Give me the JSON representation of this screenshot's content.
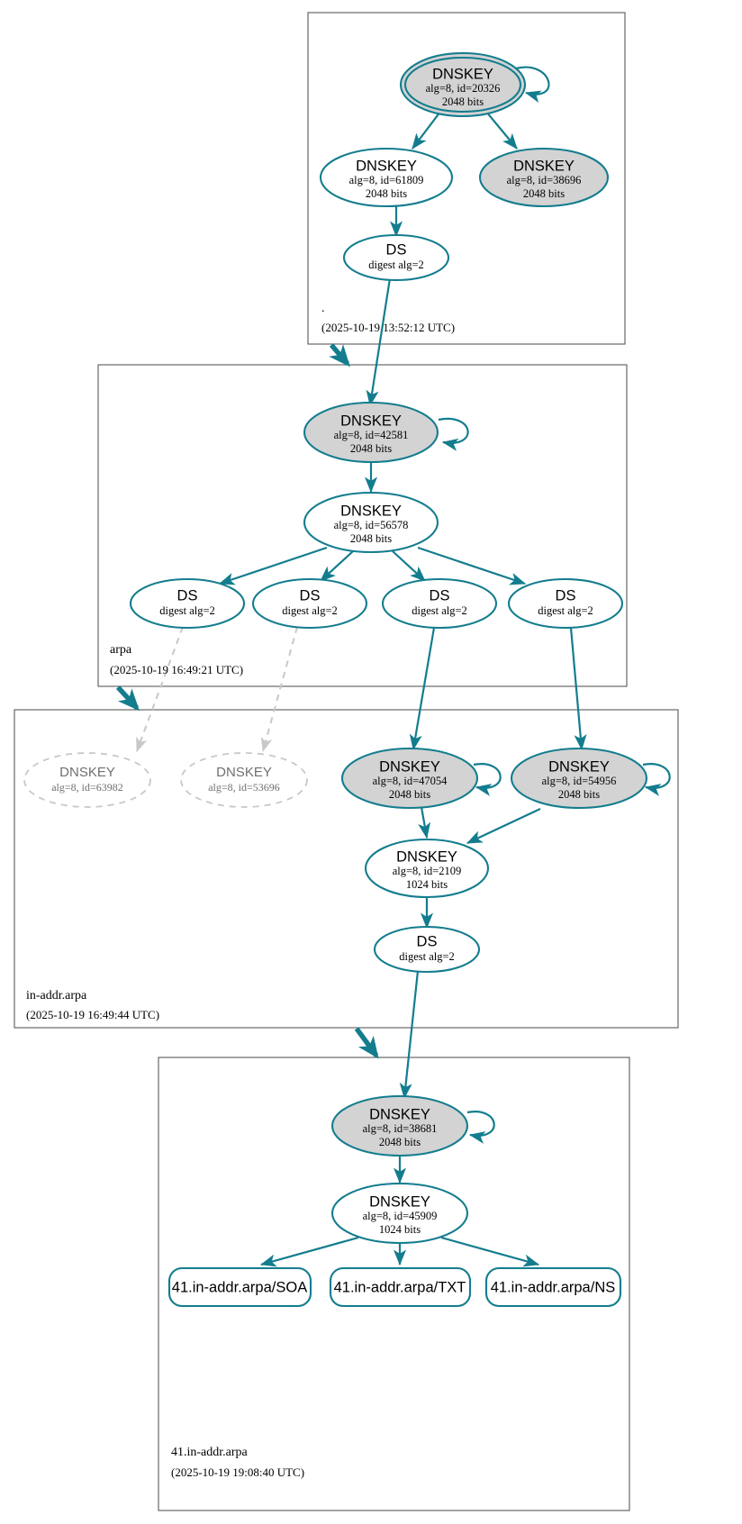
{
  "diagram": {
    "type": "dnssec-trust-chain",
    "colors": {
      "accent": "#137d8e",
      "node_fill_secure": "#d3d3d3",
      "node_fill_open": "#ffffff",
      "ghost_stroke": "#c8c8c8",
      "zone_border": "#5a5a5a"
    }
  },
  "zones": [
    {
      "id": "root",
      "name": ".",
      "timestamp": "(2025-10-19 13:52:12 UTC)"
    },
    {
      "id": "arpa",
      "name": "arpa",
      "timestamp": "(2025-10-19 16:49:21 UTC)"
    },
    {
      "id": "in-addr-arpa",
      "name": "in-addr.arpa",
      "timestamp": "(2025-10-19 16:49:44 UTC)"
    },
    {
      "id": "41-in-addr-arpa",
      "name": "41.in-addr.arpa",
      "timestamp": "(2025-10-19 19:08:40 UTC)"
    }
  ],
  "nodes": {
    "root_ksk": {
      "type": "DNSKEY",
      "label": "DNSKEY",
      "alg_id": "alg=8, id=20326",
      "bits": "2048 bits"
    },
    "root_zsk": {
      "type": "DNSKEY",
      "label": "DNSKEY",
      "alg_id": "alg=8, id=61809",
      "bits": "2048 bits"
    },
    "root_extra": {
      "type": "DNSKEY",
      "label": "DNSKEY",
      "alg_id": "alg=8, id=38696",
      "bits": "2048 bits"
    },
    "root_ds_arpa": {
      "type": "DS",
      "label": "DS",
      "digest": "digest alg=2"
    },
    "arpa_ksk": {
      "type": "DNSKEY",
      "label": "DNSKEY",
      "alg_id": "alg=8, id=42581",
      "bits": "2048 bits"
    },
    "arpa_zsk": {
      "type": "DNSKEY",
      "label": "DNSKEY",
      "alg_id": "alg=8, id=56578",
      "bits": "2048 bits"
    },
    "arpa_ds_1": {
      "type": "DS",
      "label": "DS",
      "digest": "digest alg=2"
    },
    "arpa_ds_2": {
      "type": "DS",
      "label": "DS",
      "digest": "digest alg=2"
    },
    "arpa_ds_3": {
      "type": "DS",
      "label": "DS",
      "digest": "digest alg=2"
    },
    "arpa_ds_4": {
      "type": "DS",
      "label": "DS",
      "digest": "digest alg=2"
    },
    "ia_ghost_1": {
      "type": "DNSKEY",
      "label": "DNSKEY",
      "alg_id": "alg=8, id=63982"
    },
    "ia_ghost_2": {
      "type": "DNSKEY",
      "label": "DNSKEY",
      "alg_id": "alg=8, id=53696"
    },
    "ia_ksk_1": {
      "type": "DNSKEY",
      "label": "DNSKEY",
      "alg_id": "alg=8, id=47054",
      "bits": "2048 bits"
    },
    "ia_ksk_2": {
      "type": "DNSKEY",
      "label": "DNSKEY",
      "alg_id": "alg=8, id=54956",
      "bits": "2048 bits"
    },
    "ia_zsk": {
      "type": "DNSKEY",
      "label": "DNSKEY",
      "alg_id": "alg=8, id=2109",
      "bits": "1024 bits"
    },
    "ia_ds": {
      "type": "DS",
      "label": "DS",
      "digest": "digest alg=2"
    },
    "z41_ksk": {
      "type": "DNSKEY",
      "label": "DNSKEY",
      "alg_id": "alg=8, id=38681",
      "bits": "2048 bits"
    },
    "z41_zsk": {
      "type": "DNSKEY",
      "label": "DNSKEY",
      "alg_id": "alg=8, id=45909",
      "bits": "1024 bits"
    },
    "rr_soa": {
      "type": "RRset",
      "label": "41.in-addr.arpa/SOA"
    },
    "rr_txt": {
      "type": "RRset",
      "label": "41.in-addr.arpa/TXT"
    },
    "rr_ns": {
      "type": "RRset",
      "label": "41.in-addr.arpa/NS"
    }
  }
}
